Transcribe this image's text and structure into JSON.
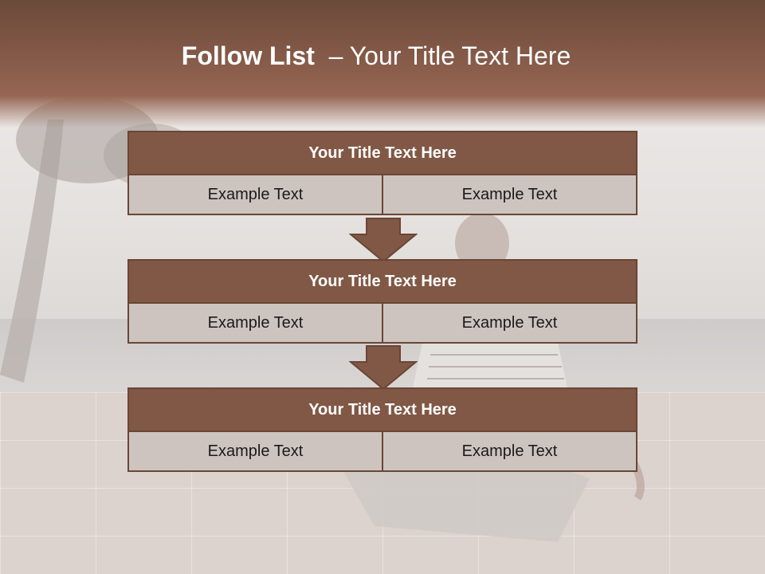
{
  "slide": {
    "title_bold": "Follow List",
    "title_rest": "  – Your Title Text Here"
  },
  "rows": [
    {
      "title": "Your Title Text Here",
      "cells": [
        "Example Text",
        "Example Text"
      ]
    },
    {
      "title": "Your Title Text Here",
      "cells": [
        "Example Text",
        "Example Text"
      ]
    },
    {
      "title": "Your Title Text Here",
      "cells": [
        "Example Text",
        "Example Text"
      ]
    }
  ],
  "colors": {
    "header_brown": "#7f5645",
    "box_brown": "#815845",
    "cell_gray": "#cdc4c0"
  }
}
